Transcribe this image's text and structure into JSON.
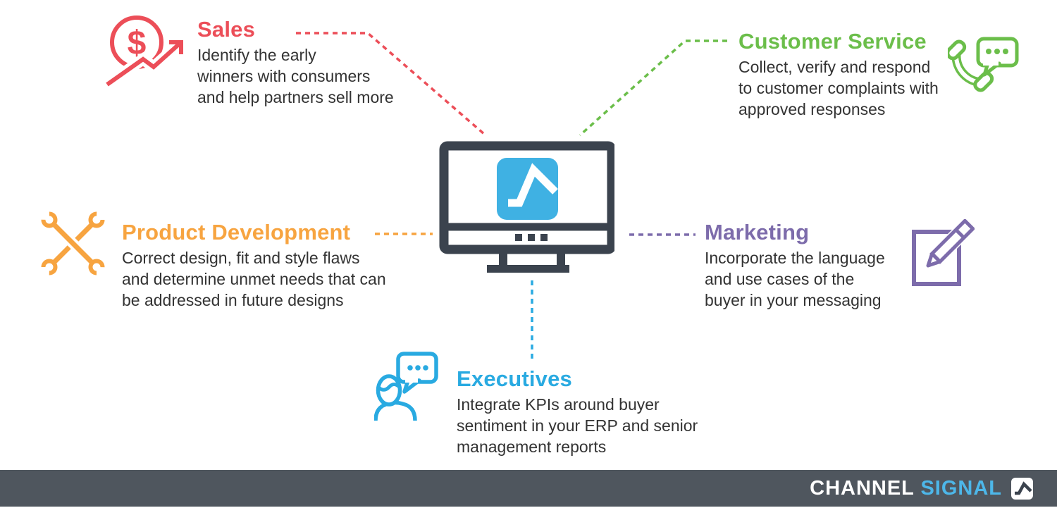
{
  "sections": [
    {
      "id": "sales",
      "title": "Sales",
      "color": "#ec4e58",
      "icon": "dollar-growth-icon",
      "description": "Identify the early\nwinners with consumers\nand help partners sell more"
    },
    {
      "id": "customer-service",
      "title": "Customer Service",
      "color": "#6bbe4a",
      "icon": "phone-chat-icon",
      "description": "Collect, verify and respond\nto customer complaints with\napproved responses"
    },
    {
      "id": "product-development",
      "title": "Product Development",
      "color": "#f7a440",
      "icon": "crossed-wrenches-icon",
      "description": "Correct design, fit and style flaws\nand determine unmet needs that can\nbe addressed in future designs"
    },
    {
      "id": "marketing",
      "title": "Marketing",
      "color": "#7d6cab",
      "icon": "pencil-square-icon",
      "description": "Incorporate the language\nand use cases of the\nbuyer in your messaging"
    },
    {
      "id": "executives",
      "title": "Executives",
      "color": "#29aae1",
      "icon": "person-speech-icon",
      "description": "Integrate KPIs around buyer\nsentiment in your ERP and senior\nmanagement reports"
    }
  ],
  "center": {
    "icon": "monitor-analytics-icon",
    "screen_logo_color": "#3fb1e3",
    "frame_color": "#3b434e"
  },
  "footer": {
    "brand_primary": "CHANNEL",
    "brand_secondary": "SIGNAL",
    "bar_color": "#4f565e",
    "secondary_color": "#4db7e9",
    "logo": "growth-arrow-logo"
  }
}
